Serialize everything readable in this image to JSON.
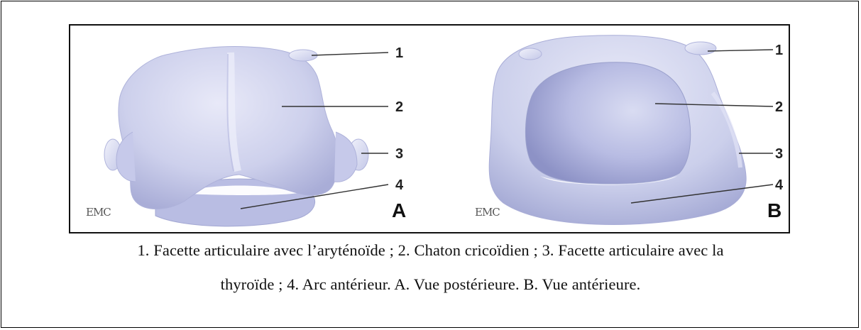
{
  "figure": {
    "panels": [
      {
        "view_letter": "A",
        "logo": "EMC",
        "callouts": [
          "1",
          "2",
          "3",
          "4"
        ]
      },
      {
        "view_letter": "B",
        "logo": "EMC",
        "callouts": [
          "1",
          "2",
          "3",
          "4"
        ]
      }
    ],
    "colors": {
      "cartilage": "#c9ccea",
      "cartilage_shadow": "#9ea3cf",
      "cartilage_light": "#e4e6f7",
      "leader": "#333333"
    }
  },
  "caption": {
    "line1": "1. Facette articulaire avec l’aryténoïde ; 2. Chaton cricoïdien ; 3. Facette articulaire avec la",
    "line2": "thyroïde ; 4. Arc antérieur. A. Vue postérieure. B. Vue antérieure."
  }
}
